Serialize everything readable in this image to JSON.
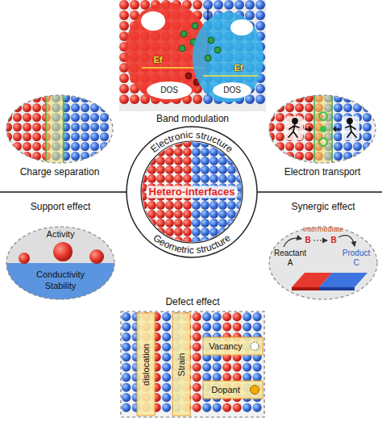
{
  "diagram": {
    "nodes": [
      {
        "text": [
          "Band modulation"
        ]
      },
      {
        "text": [
          "Ef",
          "DOS"
        ],
        "in": 0
      },
      {
        "text": [
          "Ef",
          "DOS"
        ],
        "in": 0
      },
      {
        "text": [
          "Charge separation"
        ]
      },
      {
        "text": [
          "Electron transport"
        ]
      },
      {
        "text": [
          "Electronic structure",
          "Hetero-interfaces",
          "Geometric structure"
        ]
      },
      {
        "text": [
          "Support effect",
          "Activity",
          "Conductivity Stability"
        ]
      },
      {
        "text": [
          "Synergic effect",
          "Reactant A",
          "Intermediate",
          "B",
          "B",
          "Product C"
        ]
      },
      {
        "text": [
          "Defect effect",
          "dislocation",
          "Strain",
          "Vacancy",
          "Dopant"
        ]
      }
    ]
  }
}
